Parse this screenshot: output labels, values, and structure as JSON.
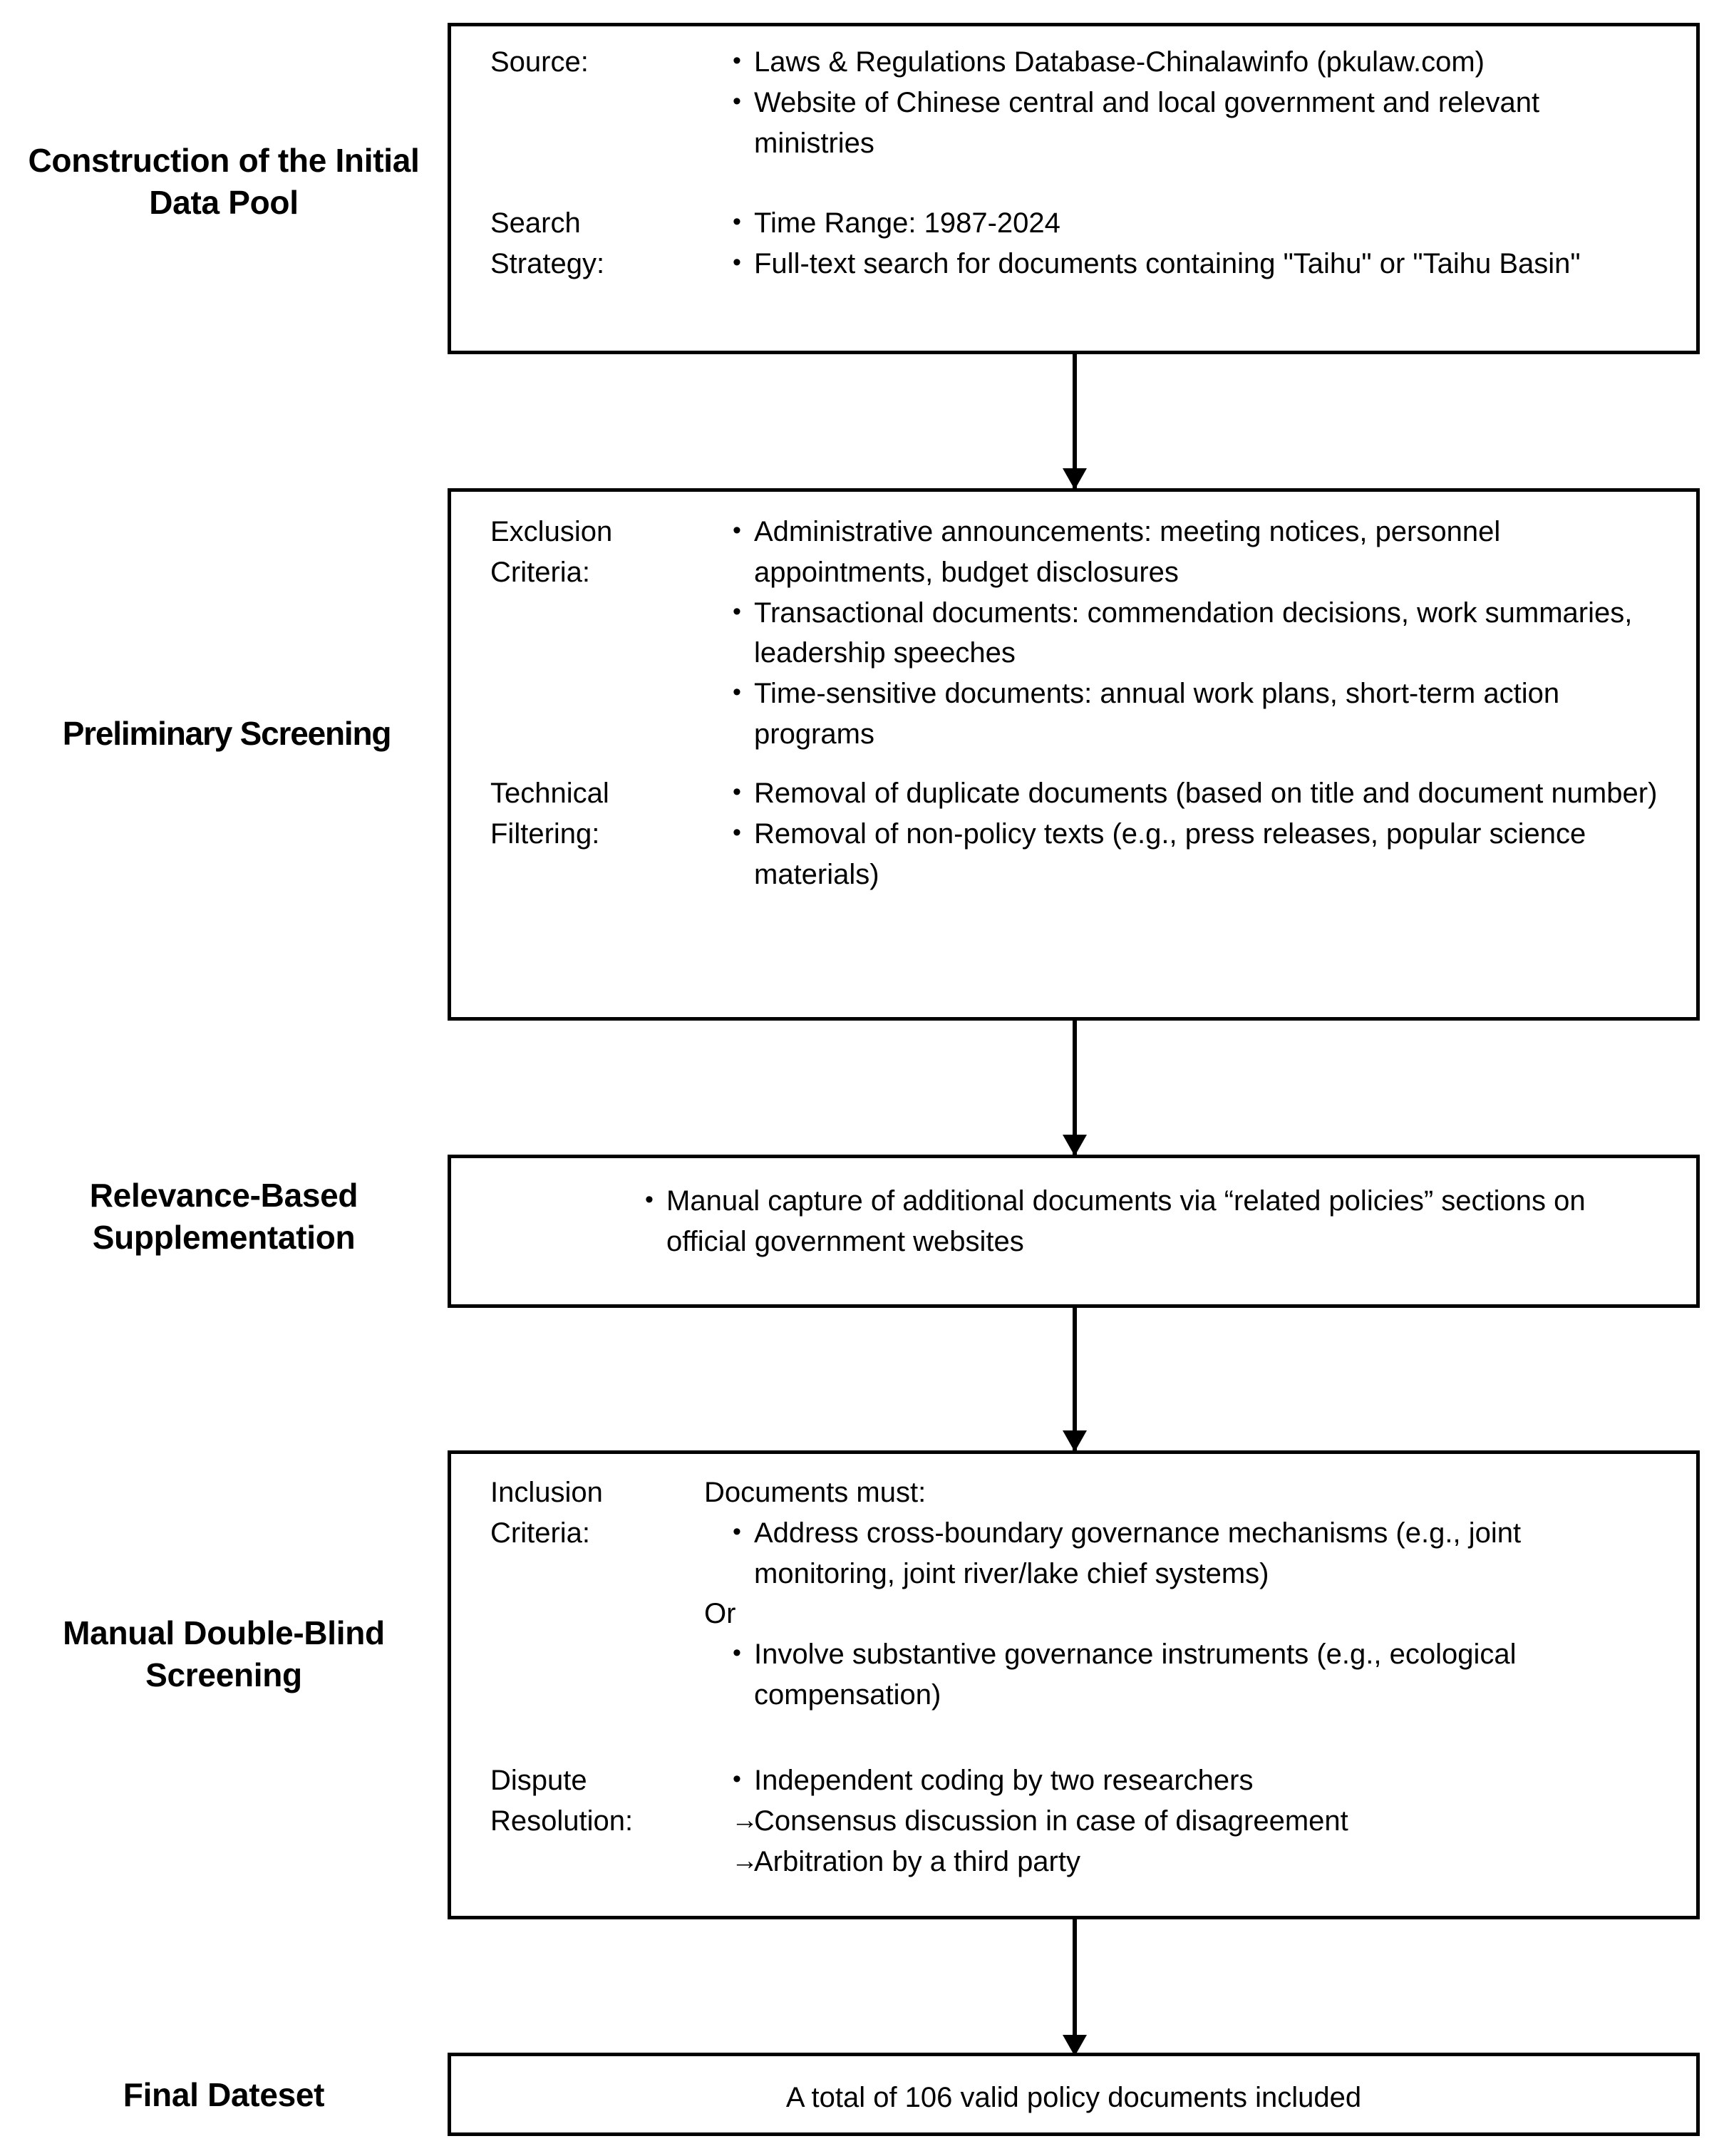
{
  "diagram": {
    "title": "Policy document selection flowchart",
    "accent": "#000000",
    "background": "#ffffff"
  },
  "stages": [
    {
      "id": "construction",
      "label": "Construction of the\nInitial Data Pool",
      "groups": [
        {
          "label": "Source:",
          "items": [
            "Laws & Regulations Database-Chinalawinfo (pkulaw.com)",
            "Website of Chinese central and local government and relevant ministries"
          ]
        },
        {
          "label": "Search\nStrategy:",
          "items": [
            "Time Range: 1987-2024",
            "Full-text search for documents containing \"Taihu\" or \"Taihu Basin\""
          ]
        }
      ]
    },
    {
      "id": "preliminary",
      "label": "Preliminary Screening",
      "groups": [
        {
          "label": "Exclusion\nCriteria:",
          "items": [
            "Administrative announcements: meeting notices, personnel appointments, budget disclosures",
            "Transactional documents: commendation decisions, work summaries, leadership speeches",
            "Time-sensitive documents: annual work plans, short-term action programs"
          ]
        },
        {
          "label": "Technical\nFiltering:",
          "items": [
            "Removal of duplicate documents (based on title and document number)",
            "Removal of non-policy texts (e.g., press releases, popular science materials)"
          ]
        }
      ]
    },
    {
      "id": "supplementation",
      "label": "Relevance-Based\nSupplementation",
      "groups": [
        {
          "label": "",
          "items": [
            "Manual capture of additional documents via “related policies” sections on official government websites"
          ]
        }
      ]
    },
    {
      "id": "double-blind",
      "label": "Manual Double-Blind\nScreening",
      "groups": [
        {
          "label": "Inclusion\nCriteria:",
          "lead": "Documents must:",
          "items_a": [
            "Address cross-boundary governance mechanisms (e.g., joint monitoring, joint river/lake chief systems)"
          ],
          "conjunction": "Or",
          "items_b": [
            "Involve substantive governance instruments (e.g., ecological compensation)"
          ]
        },
        {
          "label": "Dispute\nResolution:",
          "items": [
            "Independent coding by two researchers"
          ],
          "arrow_items": [
            "Consensus discussion in case of disagreement",
            "Arbitration by a third party"
          ]
        }
      ]
    },
    {
      "id": "final",
      "label": "Final Dateset",
      "result": "A total of 106 valid policy documents included"
    }
  ],
  "connectors": [
    {
      "id": "conn-1-2",
      "from": "construction",
      "to": "preliminary"
    },
    {
      "id": "conn-2-3",
      "from": "preliminary",
      "to": "supplementation"
    },
    {
      "id": "conn-3-4",
      "from": "supplementation",
      "to": "double-blind"
    },
    {
      "id": "conn-4-5",
      "from": "double-blind",
      "to": "final"
    }
  ]
}
